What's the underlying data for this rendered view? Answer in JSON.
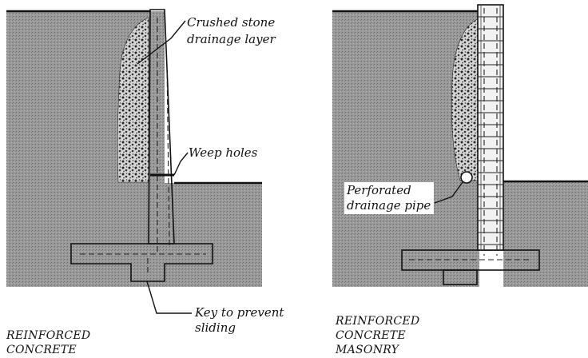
{
  "left_panel": {
    "labels": {
      "crushed_stone_line1": "Crushed stone",
      "crushed_stone_line2": "drainage layer",
      "weep_holes": "Weep holes",
      "key_line1": "Key to prevent",
      "key_line2": "sliding"
    },
    "caption_line1": "REINFORCED",
    "caption_line2": "CONCRETE"
  },
  "right_panel": {
    "labels": {
      "pipe_line1": "Perforated",
      "pipe_line2": "drainage pipe"
    },
    "caption_line1": "REINFORCED",
    "caption_line2": "CONCRETE",
    "caption_line3": "MASONRY"
  },
  "colors": {
    "soil": "#8f8f8f",
    "ink": "#111111",
    "concrete": "#ececec",
    "gravel_bg": "#d9d9d9",
    "gravel_stone": "#2a2a2a"
  }
}
